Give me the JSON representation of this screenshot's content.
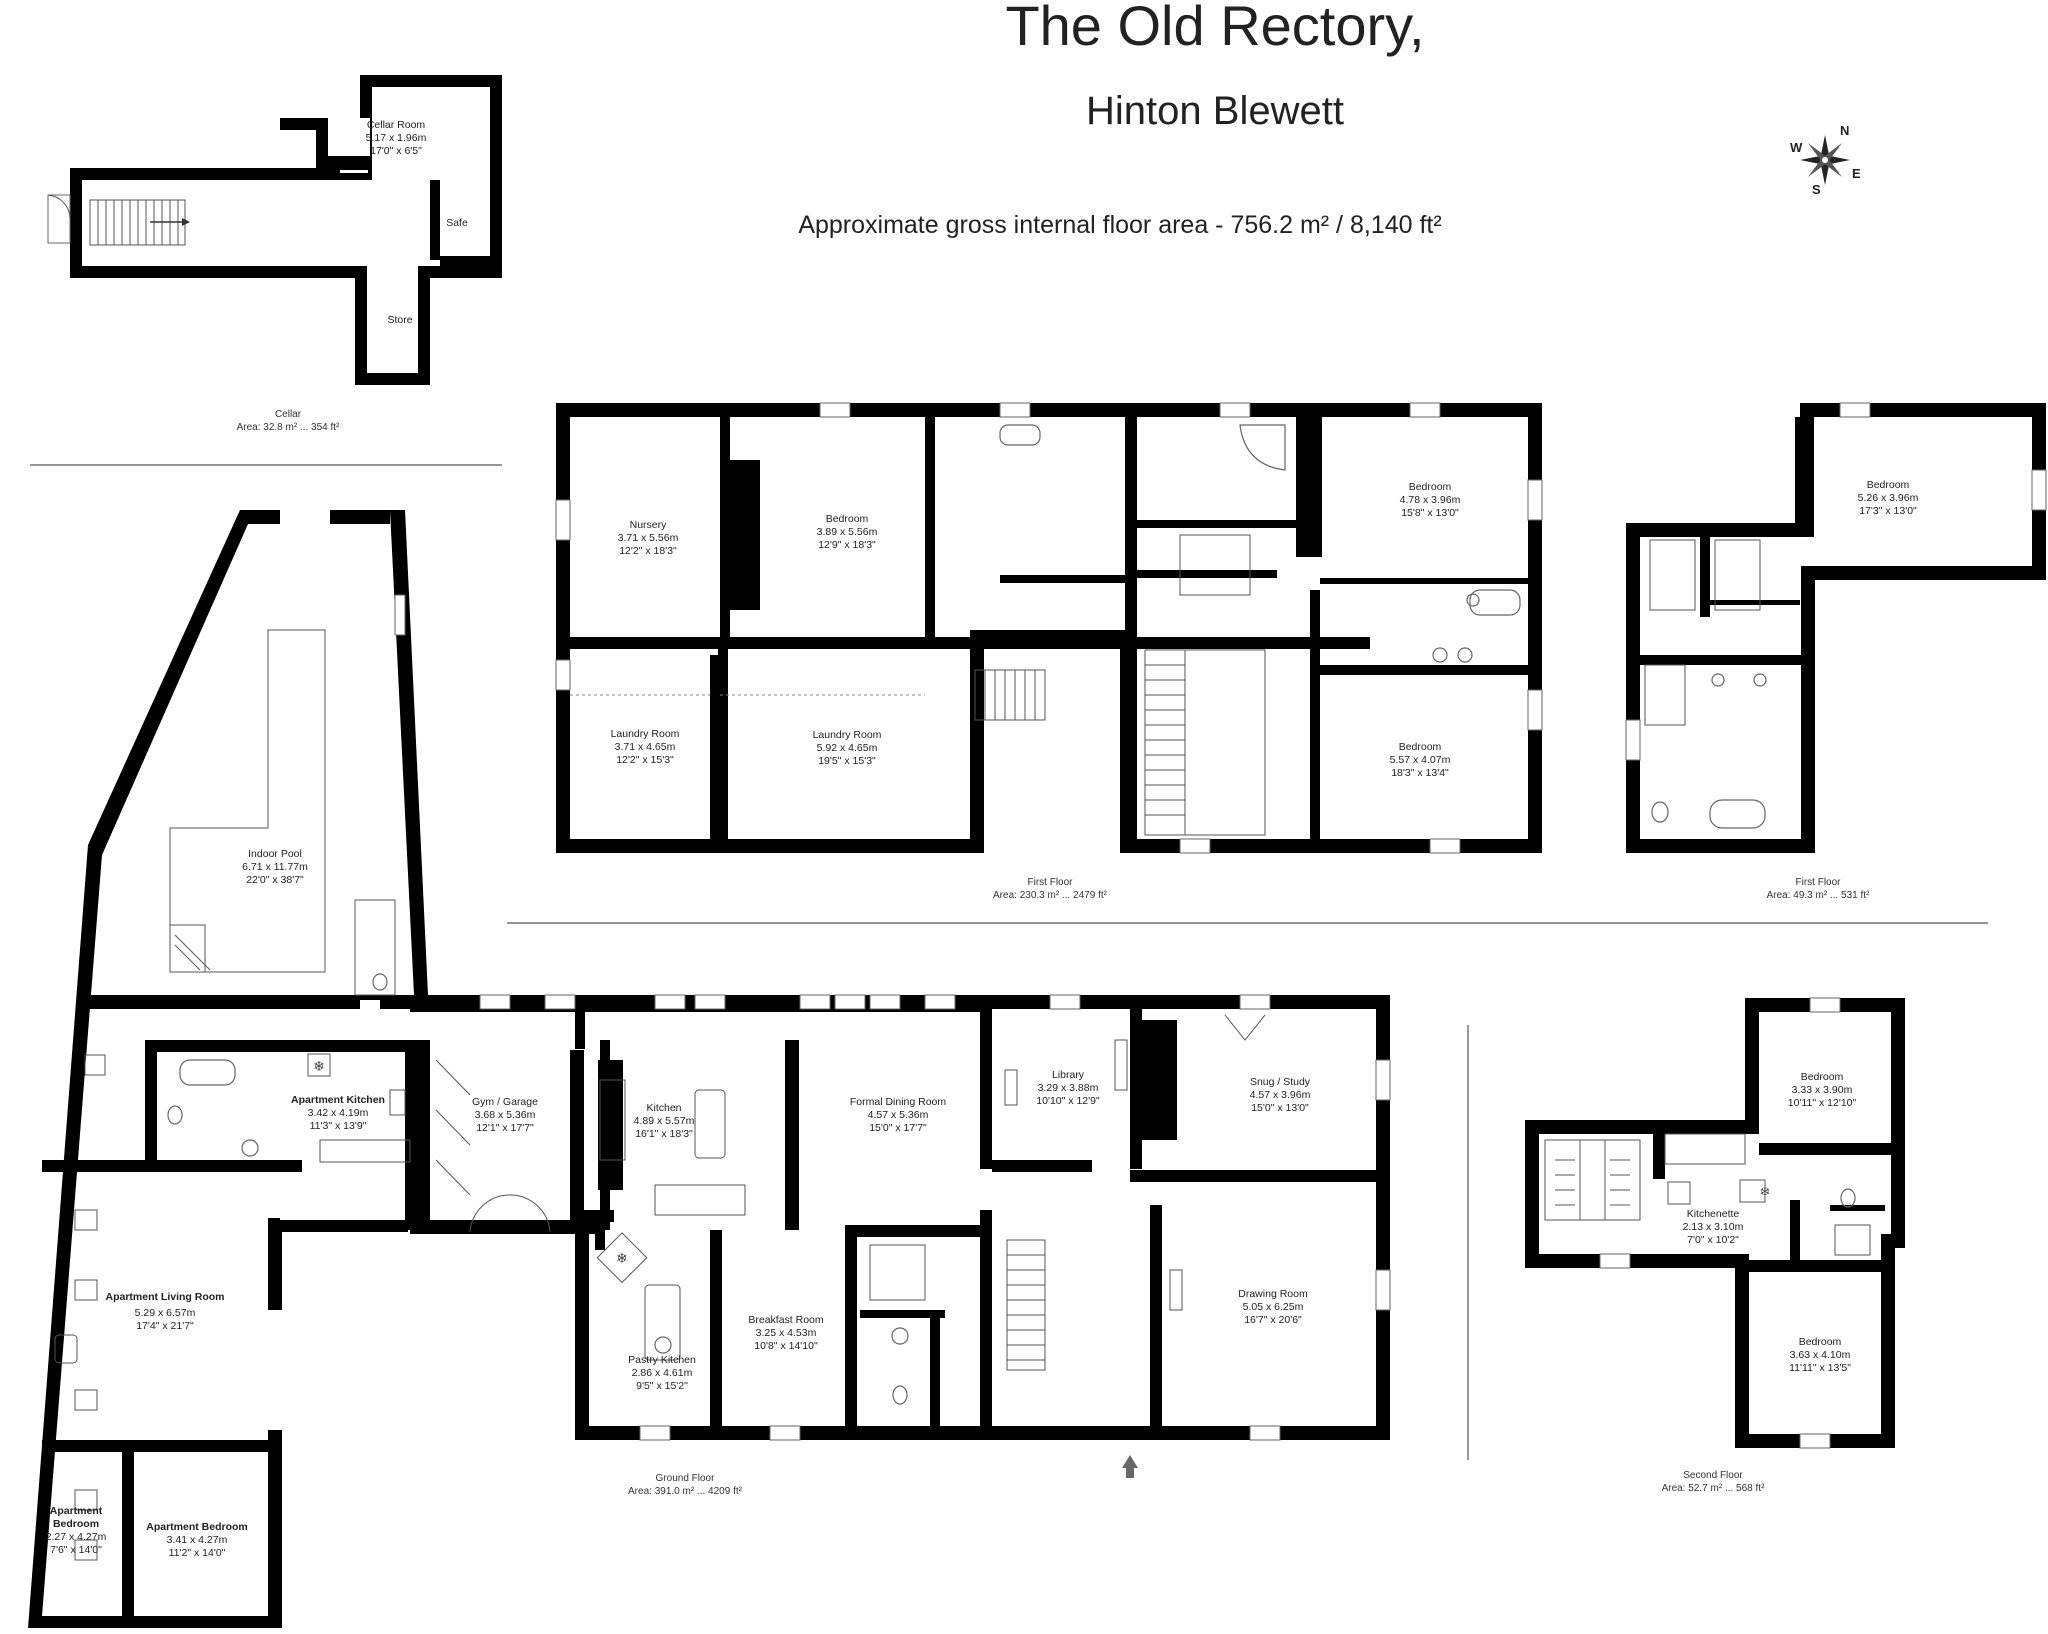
{
  "header": {
    "title": "The Old Rectory,",
    "subtitle": "Hinton Blewett",
    "gross_area": "Approximate gross internal floor area   -  756.2 m² /  8,140 ft²"
  },
  "compass": {
    "n": "N",
    "e": "E",
    "s": "S",
    "w": "W"
  },
  "cellar": {
    "label": "Cellar",
    "area": "Area: 32.8 m² ... 354 ft²",
    "rooms": {
      "cellar_room": {
        "name": "Cellar Room",
        "metric": "5.17 x 1.96m",
        "imperial": "17'0\" x 6'5\""
      },
      "safe": {
        "name": "Safe"
      },
      "store": {
        "name": "Store"
      }
    }
  },
  "first_floor_main": {
    "label": "First Floor",
    "area": "Area: 230.3 m² ... 2479 ft²",
    "rooms": {
      "nursery": {
        "name": "Nursery",
        "metric": "3.71 x 5.56m",
        "imperial": "12'2\" x 18'3\""
      },
      "bedroom_a": {
        "name": "Bedroom",
        "metric": "3.89 x 5.56m",
        "imperial": "12'9\" x 18'3\""
      },
      "bedroom_b": {
        "name": "Bedroom",
        "metric": "4.78 x 3.96m",
        "imperial": "15'8\" x 13'0\""
      },
      "laundry_a": {
        "name": "Laundry Room",
        "metric": "3.71 x 4.65m",
        "imperial": "12'2\" x 15'3\""
      },
      "laundry_b": {
        "name": "Laundry Room",
        "metric": "5.92 x 4.65m",
        "imperial": "19'5\" x 15'3\""
      },
      "bedroom_c": {
        "name": "Bedroom",
        "metric": "5.57 x 4.07m",
        "imperial": "18'3\" x 13'4\""
      }
    }
  },
  "first_floor_wing": {
    "label": "First Floor",
    "area": "Area: 49.3 m² ... 531 ft²",
    "rooms": {
      "bedroom": {
        "name": "Bedroom",
        "metric": "5.26 x 3.96m",
        "imperial": "17'3\" x 13'0\""
      }
    }
  },
  "ground_floor": {
    "label": "Ground Floor",
    "area": "Area: 391.0 m² ... 4209 ft²",
    "rooms": {
      "indoor_pool": {
        "name": "Indoor Pool",
        "metric": "6.71 x 11.77m",
        "imperial": "22'0\" x 38'7\""
      },
      "apartment_kitchen": {
        "name": "Apartment Kitchen",
        "metric": "3.42 x 4.19m",
        "imperial": "11'3\" x 13'9\""
      },
      "gym_garage": {
        "name": "Gym / Garage",
        "metric": "3.68 x 5.36m",
        "imperial": "12'1\" x 17'7\""
      },
      "kitchen": {
        "name": "Kitchen",
        "metric": "4.89 x 5.57m",
        "imperial": "16'1\" x 18'3\""
      },
      "formal_dining": {
        "name": "Formal Dining Room",
        "metric": "4.57 x 5.36m",
        "imperial": "15'0\" x 17'7\""
      },
      "library": {
        "name": "Library",
        "metric": "3.29 x 3.88m",
        "imperial": "10'10\" x 12'9\""
      },
      "snug_study": {
        "name": "Snug / Study",
        "metric": "4.57 x 3.96m",
        "imperial": "15'0\" x 13'0\""
      },
      "apartment_living": {
        "name": "Apartment Living Room",
        "metric": "5.29 x 6.57m",
        "imperial": "17'4\" x 21'7\""
      },
      "pastry_kitchen": {
        "name": "Pastry Kitchen",
        "metric": "2.86 x 4.61m",
        "imperial": "9'5\" x 15'2\""
      },
      "breakfast_room": {
        "name": "Breakfast Room",
        "metric": "3.25 x 4.53m",
        "imperial": "10'8\" x 14'10\""
      },
      "drawing_room": {
        "name": "Drawing Room",
        "metric": "5.05 x 6.25m",
        "imperial": "16'7\" x 20'6\""
      },
      "apartment_bedroom_a": {
        "name1": "Apartment",
        "name2": "Bedroom",
        "metric": "2.27 x 4.27m",
        "imperial": "7'6\" x 14'0\""
      },
      "apartment_bedroom_b": {
        "name": "Apartment Bedroom",
        "metric": "3.41 x 4.27m",
        "imperial": "11'2\" x 14'0\""
      }
    }
  },
  "second_floor": {
    "label": "Second Floor",
    "area": "Area: 52.7 m² ... 568 ft²",
    "rooms": {
      "bedroom_a": {
        "name": "Bedroom",
        "metric": "3.33 x 3.90m",
        "imperial": "10'11\" x 12'10\""
      },
      "kitchenette": {
        "name": "Kitchenette",
        "metric": "2.13 x 3.10m",
        "imperial": "7'0\" x 10'2\""
      },
      "bedroom_b": {
        "name": "Bedroom",
        "metric": "3.63 x 4.10m",
        "imperial": "11'11\" x 13'5\""
      }
    }
  }
}
